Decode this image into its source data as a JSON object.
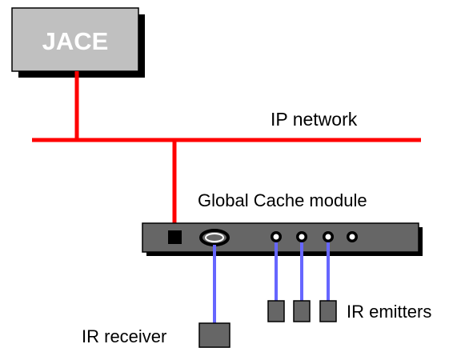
{
  "jace": {
    "label": "JACE"
  },
  "network": {
    "label": "IP network"
  },
  "module": {
    "label": "Global Cache module"
  },
  "emitters": {
    "label": "IR emitters"
  },
  "receiver": {
    "label": "IR receiver"
  },
  "colors": {
    "network_line": "#ff0000",
    "ir_cable": "#6666ff",
    "jace_fill": "#c0c0c0",
    "module_fill": "#666666",
    "device_fill": "#666666",
    "port_fill": "#000000"
  }
}
